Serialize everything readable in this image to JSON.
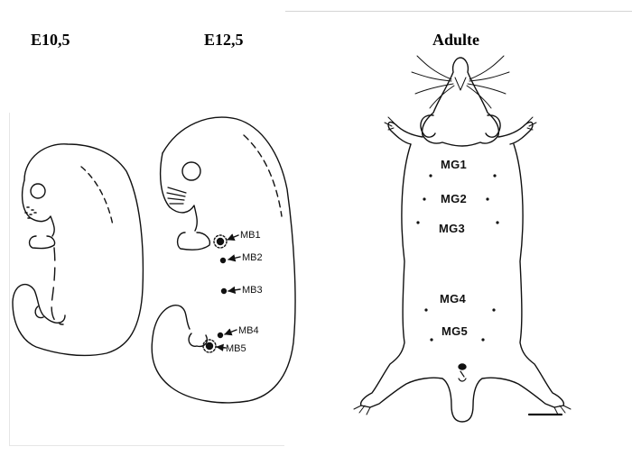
{
  "stages": {
    "e10": "E10,5",
    "e12": "E12,5",
    "adult": "Adulte"
  },
  "mammary_buds": [
    "MB1",
    "MB2",
    "MB3",
    "MB4",
    "MB5"
  ],
  "mammary_glands": [
    "MG1",
    "MG2",
    "MG3",
    "MG4",
    "MG5"
  ]
}
